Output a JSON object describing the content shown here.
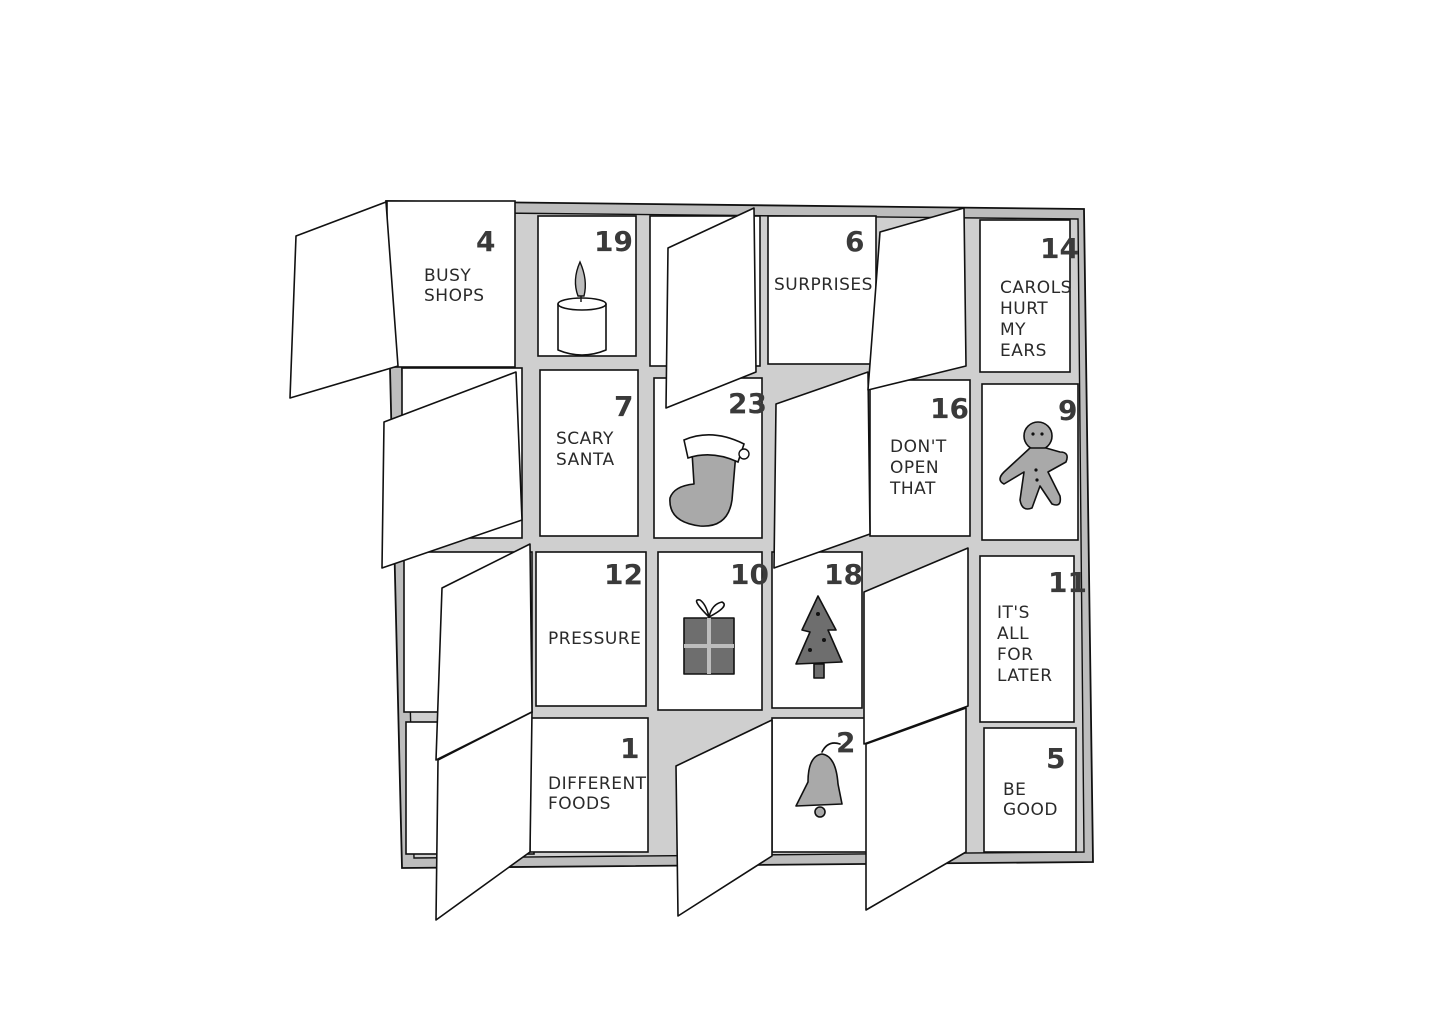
{
  "calendar": {
    "colors": {
      "frame": "#bdbdbd",
      "ink": "#111111",
      "number": "#3a3a3a"
    },
    "windows": [
      {
        "number": "4",
        "lines": [
          "BUSY",
          "SHOPS"
        ]
      },
      {
        "number": "19",
        "icon": "candle-icon"
      },
      {
        "number": "6",
        "lines": [
          "SURPRISES"
        ]
      },
      {
        "number": "14",
        "lines": [
          "CAROLS",
          "HURT",
          "MY",
          "EARS"
        ]
      },
      {
        "number": "7",
        "lines": [
          "SCARY",
          "SANTA"
        ]
      },
      {
        "number": "23",
        "icon": "stocking-icon"
      },
      {
        "number": "16",
        "lines": [
          "DON'T",
          "OPEN",
          "THAT"
        ]
      },
      {
        "number": "9",
        "icon": "gingerbread-man-icon"
      },
      {
        "number": "12",
        "lines": [
          "PRESSURE"
        ]
      },
      {
        "number": "10",
        "icon": "gift-icon"
      },
      {
        "number": "18",
        "icon": "christmas-tree-icon"
      },
      {
        "number": "11",
        "lines": [
          "IT'S",
          "ALL",
          "FOR",
          "LATER"
        ]
      },
      {
        "number": "1",
        "lines": [
          "DIFFERENT",
          "FOODS"
        ]
      },
      {
        "number": "2",
        "icon": "bell-icon"
      },
      {
        "number": "5",
        "lines": [
          "BE",
          "GOOD"
        ]
      }
    ]
  }
}
